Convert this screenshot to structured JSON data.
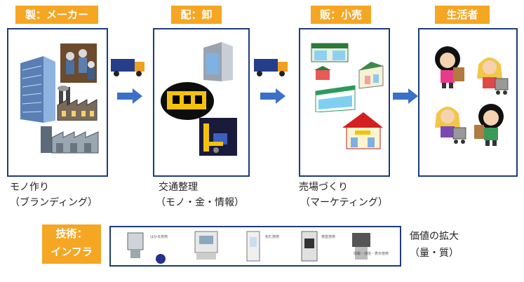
{
  "stages": [
    {
      "header": "製：メーカー",
      "caption1": "モノ作り",
      "caption2": "（ブランディング）"
    },
    {
      "header": "配：卸",
      "caption1": "交通整理",
      "caption2": "（モノ・金・情報）"
    },
    {
      "header": "販：小売",
      "caption1": "売場づくり",
      "caption2": "（マーケティング）"
    },
    {
      "header": "生活者"
    }
  ],
  "infra": {
    "label1": "技術：",
    "label2": "インフラ",
    "result1": "価値の拡大",
    "result2": "（量・質）",
    "machines": [
      "はかる技術",
      "包む技術",
      "検査技術",
      "情報・通信・表示技術"
    ]
  },
  "colors": {
    "accent": "#f5a623",
    "frame": "#1f3b7a",
    "arrow": "#3a70c8"
  }
}
